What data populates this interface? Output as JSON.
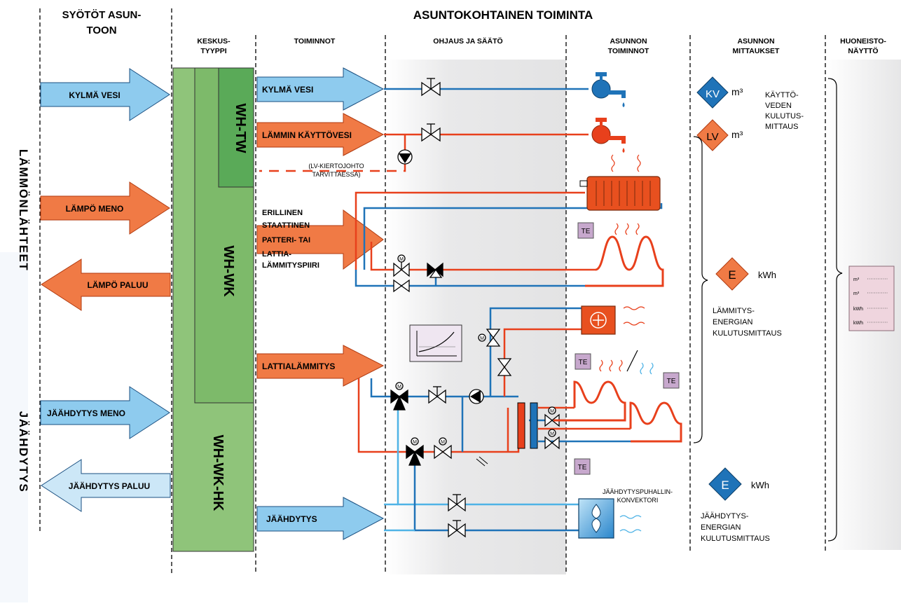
{
  "headers": {
    "inputs": "SYÖTÖT ASUN-",
    "inputs2": "TOON",
    "main": "ASUNTOKOHTAINEN TOIMINTA",
    "col_type1": "KESKUS-",
    "col_type2": "TYYPPI",
    "col_functions": "TOIMINNOT",
    "col_control": "OHJAUS JA SÄÄTÖ",
    "col_apartment1": "ASUNNON",
    "col_apartment2": "TOIMINNOT",
    "col_measure1": "ASUNNON",
    "col_measure2": "MITTAUKSET",
    "col_display1": "HUONEISTO-",
    "col_display2": "NÄYTTÖ"
  },
  "side_labels": {
    "heat_sources": "LÄMMÖNLÄHTEET",
    "cooling": "JÄÄHDYTYS"
  },
  "supply_arrows": [
    {
      "label": "KYLMÄ VESI",
      "color": "#8ecbee",
      "dir": "right"
    },
    {
      "label": "LÄMPÖ MENO",
      "color": "#f07a45",
      "dir": "right"
    },
    {
      "label": "LÄMPÖ PALUU",
      "color": "#f07a45",
      "dir": "left"
    },
    {
      "label": "JÄÄHDYTYS MENO",
      "color": "#8ecbee",
      "dir": "right"
    },
    {
      "label": "JÄÄHDYTYS PALUU",
      "color": "#cce7f7",
      "dir": "left"
    }
  ],
  "unit_types": {
    "tw": "WH-TW",
    "wk": "WH-WK",
    "hk": "WH-WK-HK"
  },
  "function_arrows": [
    {
      "label": "KYLMÄ VESI",
      "color": "#8ecbee"
    },
    {
      "label": "LÄMMIN KÄYTTÖVESI",
      "color": "#f07a45"
    },
    {
      "label": "PATTERI-  TAI",
      "color": "#f07a45"
    },
    {
      "label": "LATTIALÄMMITYS",
      "color": "#f07a45"
    },
    {
      "label": "JÄÄHDYTYS",
      "color": "#8ecbee"
    }
  ],
  "static_text": {
    "l1": "ERILLINEN",
    "l2": "STAATTINEN",
    "l3": "LATTIA-",
    "l4": "LÄMMITYSPIIRI"
  },
  "notes": {
    "circ1": "(LV-KIERTOJOHTO",
    "circ2": "TARVITTAESSA)",
    "fan1": "JÄÄHDYTYSPUHALLIN-",
    "fan2": "KONVEKTORI"
  },
  "te_label": "TE",
  "meters": {
    "kv": "KV",
    "lv": "LV",
    "m3": "m³",
    "e": "E",
    "kwh": "kWh",
    "water_1": "KÄYTTÖ-",
    "water_2": "VEDEN",
    "water_3": "KULUTUS-",
    "water_4": "MITTAUS",
    "heat_1": "LÄMMITYS-",
    "heat_2": "ENERGIAN",
    "heat_3": "KULUTUSMITTAUS",
    "cool_1": "JÄÄHDYTYS-",
    "cool_2": "ENERGIAN",
    "cool_3": "KULUTUSMITTAUS"
  },
  "display_rows": [
    "m³",
    "m³",
    "kWh",
    "kWh"
  ],
  "colors": {
    "hot": "#e8401c",
    "cold": "#1f73b8",
    "light_cold": "#4fb3e6",
    "green_light": "#8fc47a",
    "green_dark": "#5aaa58",
    "te_box": "#c7a8cd"
  }
}
